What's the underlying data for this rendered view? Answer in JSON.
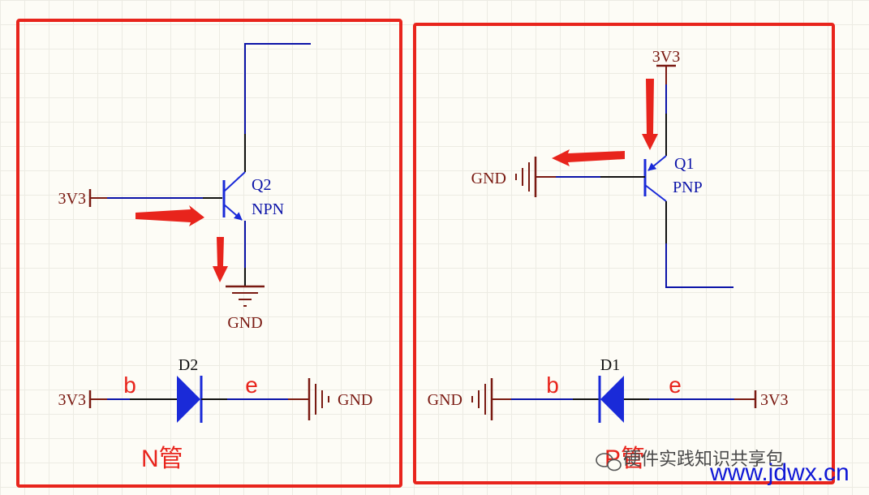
{
  "npn_panel": {
    "transistor_ref": "Q2",
    "transistor_type": "NPN",
    "supply_label": "3V3",
    "ground_label": "GND",
    "diode_ref": "D2",
    "diode_supply_label": "3V3",
    "diode_ground_label": "GND",
    "base_letter": "b",
    "emitter_letter": "e",
    "caption": "N管"
  },
  "pnp_panel": {
    "transistor_ref": "Q1",
    "transistor_type": "PNP",
    "supply_label": "3V3",
    "ground_label": "GND",
    "diode_ref": "D1",
    "diode_supply_label": "3V3",
    "diode_ground_label": "GND",
    "base_letter": "b",
    "emitter_letter": "e",
    "caption": "P管"
  },
  "watermark": {
    "text": "硬件实践知识共享包",
    "site": "www.jdwx.cn"
  },
  "colors": {
    "wire": "#0b13a8",
    "power": "#7a1a12",
    "frame": "#e8241c",
    "arrow": "#e8241c"
  }
}
